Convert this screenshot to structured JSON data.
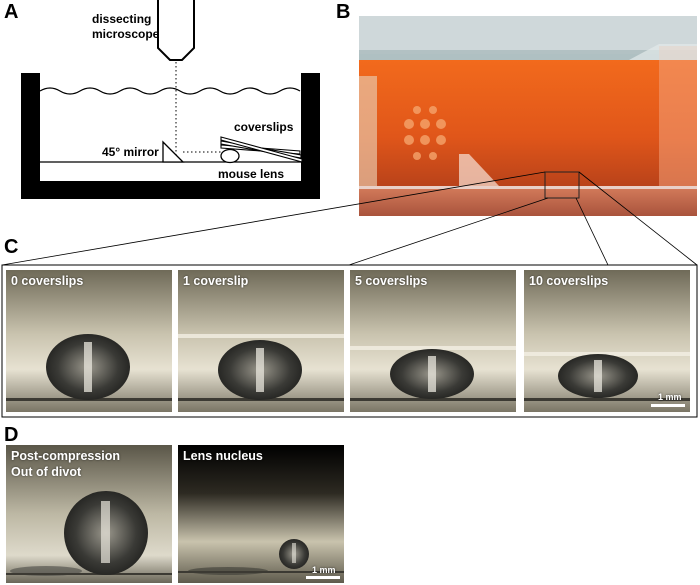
{
  "panels": {
    "a": "A",
    "b": "B",
    "c": "C",
    "d": "D"
  },
  "diagram_a": {
    "microscope": "dissecting\nmicroscope",
    "coverslips": "coverslips",
    "mirror": "45° mirror",
    "lens": "mouse lens"
  },
  "panel_c": {
    "photos": [
      {
        "label": "0 coverslips"
      },
      {
        "label": "1 coverslip"
      },
      {
        "label": "5 coverslips"
      },
      {
        "label": "10 coverslips"
      }
    ],
    "scale": "1 mm"
  },
  "panel_d": {
    "photos": [
      {
        "label": "Post-compression\nOut of divot"
      },
      {
        "label": "Lens nucleus"
      }
    ],
    "scale": "1 mm"
  }
}
